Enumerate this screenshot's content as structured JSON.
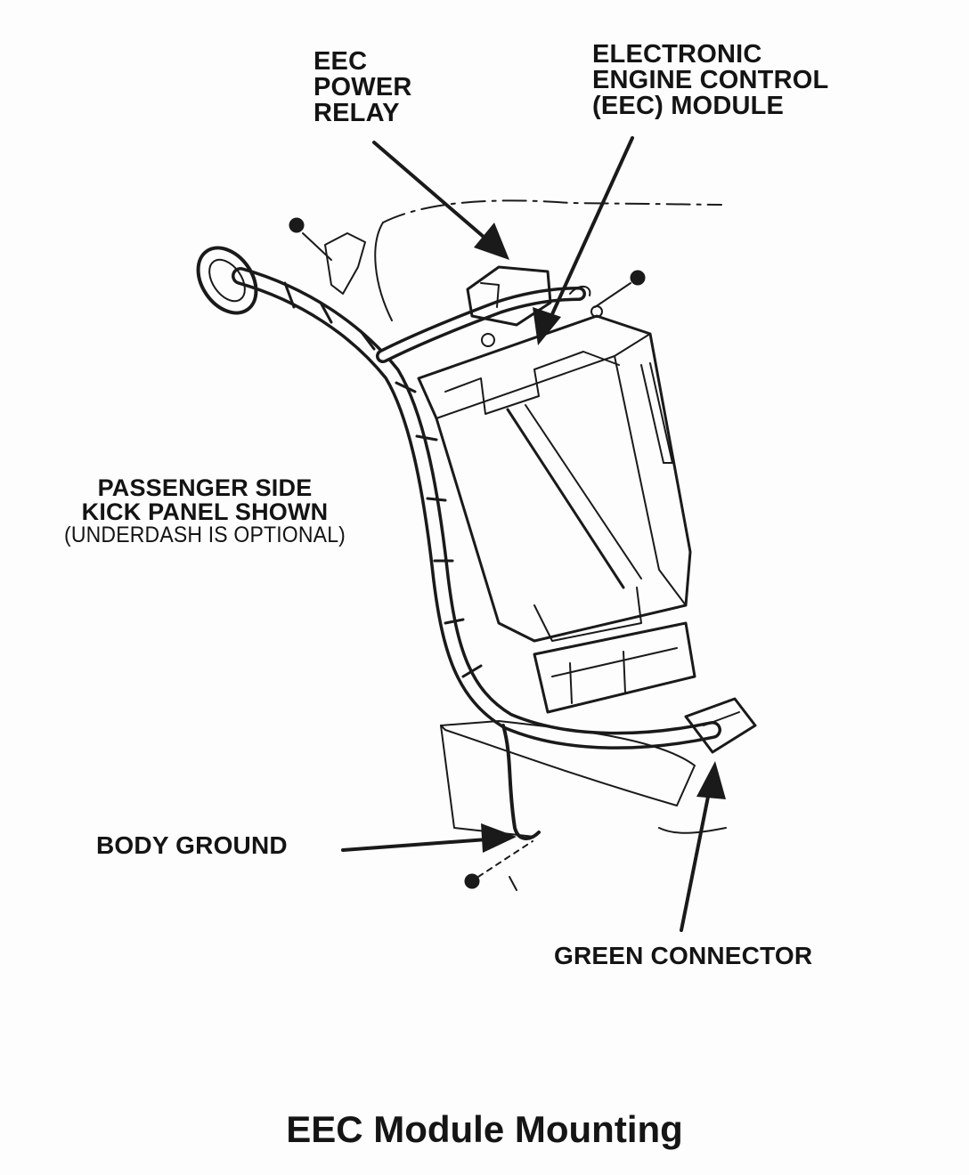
{
  "labels": {
    "power_relay": [
      "EEC",
      "POWER",
      "RELAY"
    ],
    "eec_module": [
      "ELECTRONIC",
      "ENGINE CONTROL",
      "(EEC) MODULE"
    ],
    "kick_panel": [
      "PASSENGER  SIDE",
      "KICK PANEL SHOWN",
      "(UNDERDASH IS  OPTIONAL)"
    ],
    "body_ground": "BODY GROUND",
    "green_connector": "GREEN CONNECTOR"
  },
  "caption": "EEC Module Mounting",
  "colors": {
    "ink": "#141414",
    "paper": "#fdfdfd"
  }
}
